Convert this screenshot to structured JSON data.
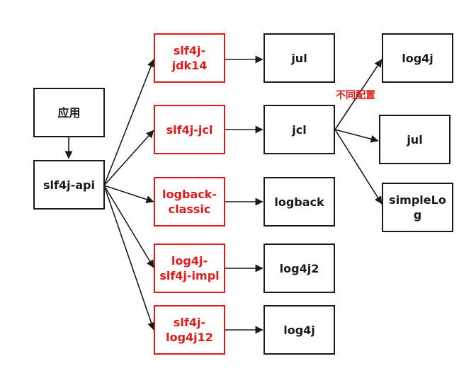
{
  "nodes": {
    "app": "应用",
    "api": "slf4j-api",
    "b_jdk14": "slf4j-\njdk14",
    "b_jcl": "slf4j-jcl",
    "b_logback": "logback-\nclassic",
    "b_log4j2": "log4j-\nslf4j-impl",
    "b_log4j12": "slf4j-\nlog4j12",
    "jul": "jul",
    "jcl": "jcl",
    "logback": "logback",
    "log4j2": "log4j2",
    "log4j": "log4j",
    "jcl_log4j": "log4j",
    "jcl_jul": "jul",
    "jcl_simple": "simpleLo\ng"
  },
  "annotation": "不同配置",
  "colors": {
    "binding": "#e11b1b",
    "default": "#1a1a1a"
  }
}
